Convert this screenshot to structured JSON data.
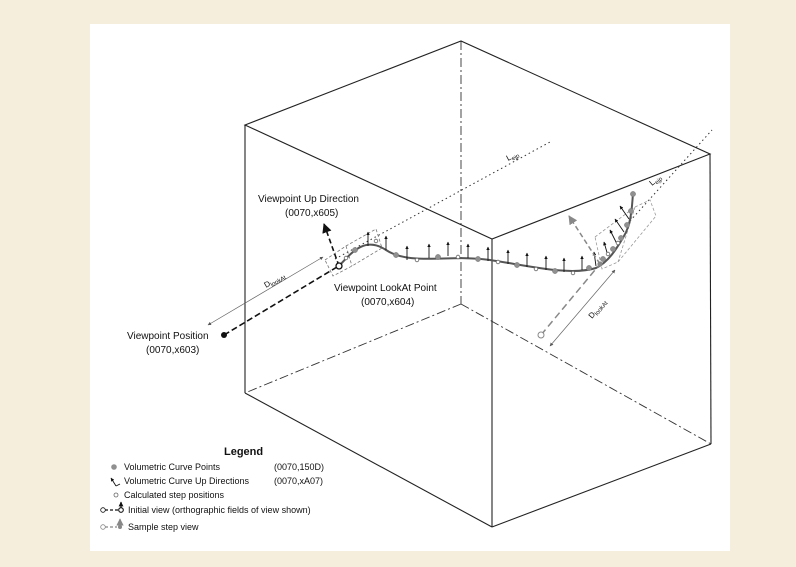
{
  "labels": {
    "up_direction": "Viewpoint Up Direction",
    "up_direction_code": "(0070,x605)",
    "lookat": "Viewpoint LookAt Point",
    "lookat_code": "(0070,x604)",
    "position": "Viewpoint Position",
    "position_code": "(0070,x603)",
    "d_lookat_main": "D",
    "d_lookat_main_sub": "lookAt",
    "d_lookat_sample": "D",
    "d_lookat_sample_sub": "lookAt",
    "l_ejp_left": "L",
    "l_ejp_left_sub": "ejp",
    "l_ejp_right": "L",
    "l_ejp_right_sub": "ejp"
  },
  "legend": {
    "title": "Legend",
    "items": [
      {
        "text": "Volumetric Curve Points",
        "code": "(0070,150D)"
      },
      {
        "text": "Volumetric Curve Up Directions",
        "code": "(0070,xA07)"
      },
      {
        "text": "Calculated step positions",
        "code": ""
      },
      {
        "text": "Initial view (orthographic fields of view shown)",
        "code": ""
      },
      {
        "text": "Sample step view",
        "code": ""
      }
    ]
  },
  "colors": {
    "background": "#f5eedc",
    "panel": "#ffffff",
    "curve_point": "#909090",
    "line": "#222222",
    "sample": "#888888"
  }
}
